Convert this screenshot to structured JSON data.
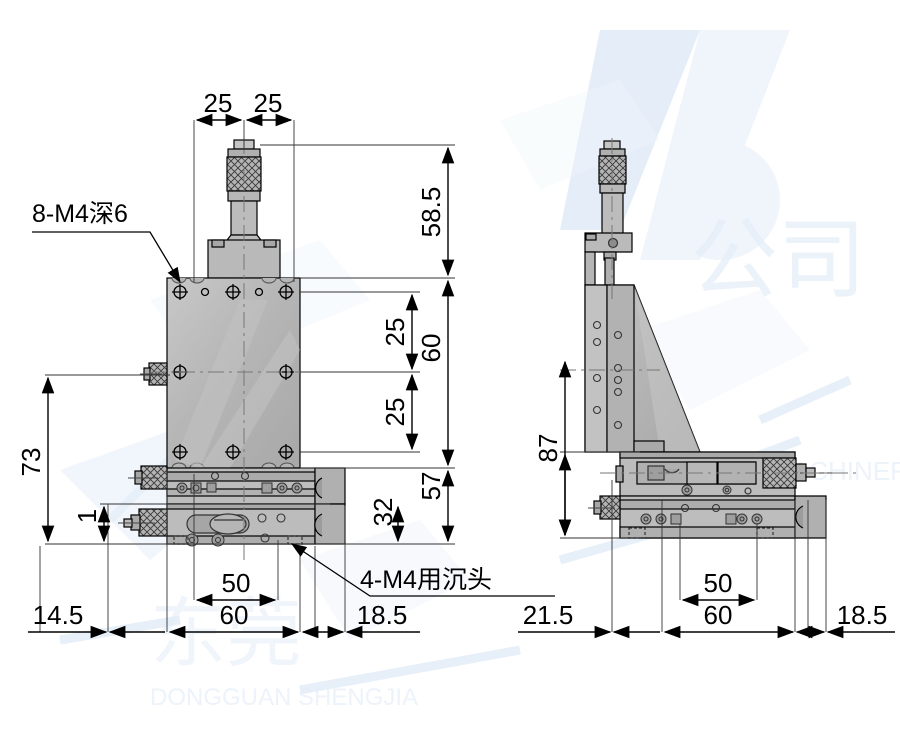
{
  "drawing": {
    "title": "XY linear stage with micrometer heads - two orthographic views",
    "views": [
      {
        "name": "front-view",
        "position": "left"
      },
      {
        "name": "side-view",
        "position": "right"
      }
    ]
  },
  "colors": {
    "line": "#000000",
    "metal_light": "#d0d0d0",
    "metal_mid": "#b8b8b8",
    "metal_dark": "#9a9a9a",
    "metal_darker": "#808080",
    "watermark": "#dfeaf7",
    "background": "#ffffff"
  },
  "notes": [
    {
      "id": "note-top-left",
      "text": "8-M4深6"
    },
    {
      "id": "note-bottom",
      "text": "4-M4用沉头"
    }
  ],
  "front_view": {
    "top_dims": [
      {
        "id": "dim-25-left",
        "value": "25"
      },
      {
        "id": "dim-25-right",
        "value": "25"
      }
    ],
    "right_dims": [
      {
        "id": "dim-58-5",
        "value": "58.5"
      },
      {
        "id": "dim-25-upper",
        "value": "25"
      },
      {
        "id": "dim-25-lower",
        "value": "25"
      },
      {
        "id": "dim-60-vertical",
        "value": "60"
      },
      {
        "id": "dim-57",
        "value": "57"
      },
      {
        "id": "dim-32",
        "value": "32"
      }
    ],
    "left_dims": [
      {
        "id": "dim-73",
        "value": "73"
      },
      {
        "id": "dim-1",
        "value": "1"
      }
    ],
    "bottom_dims": [
      {
        "id": "dim-14-5",
        "value": "14.5"
      },
      {
        "id": "dim-50",
        "value": "50"
      },
      {
        "id": "dim-60-horizontal",
        "value": "60"
      },
      {
        "id": "dim-18-5",
        "value": "18.5"
      }
    ]
  },
  "side_view": {
    "left_dims": [
      {
        "id": "dim-87",
        "value": "87"
      }
    ],
    "bottom_dims": [
      {
        "id": "dim-21-5",
        "value": "21.5"
      },
      {
        "id": "dim-50-side",
        "value": "50"
      },
      {
        "id": "dim-60-side",
        "value": "60"
      },
      {
        "id": "dim-18-5-side",
        "value": "18.5"
      }
    ]
  }
}
